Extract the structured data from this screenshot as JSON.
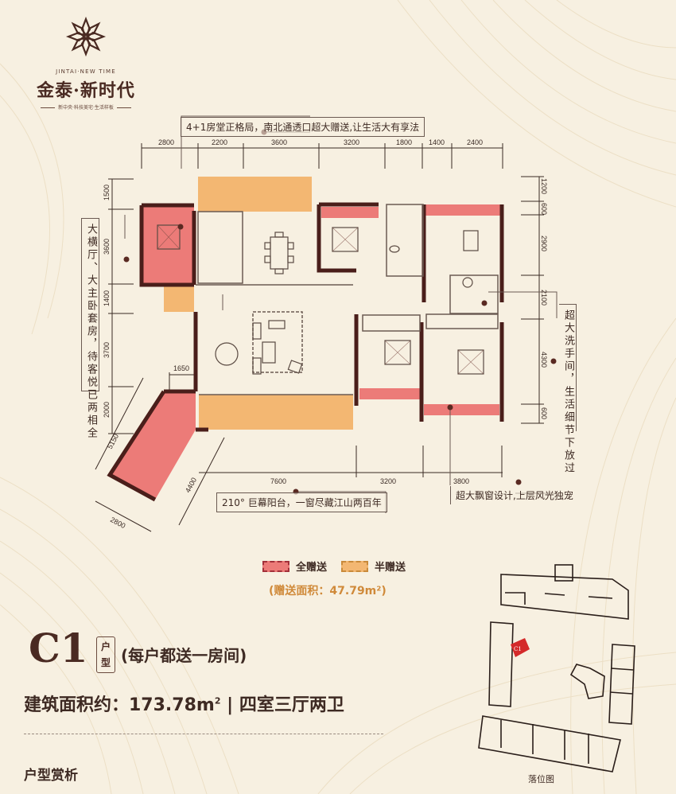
{
  "brand": {
    "english_name": "JINTAI·NEW TIME",
    "chinese_name": "金泰·新时代",
    "tagline": "新中央·科技美宅·生活样板",
    "logo_icon": "lotus-flower-icon"
  },
  "callouts": {
    "top": "4+1房堂正格局，南北通透口超大赠送,让生活大有享法",
    "left": "大横厅、大主卧套房，待客悦已两相全",
    "right": "超大洗手间，生活细节下放过",
    "balcony": "210° 巨幕阳台，一窗尽藏江山两百年",
    "bay_window": "超大飘窗设计,上层风光独宠"
  },
  "dimensions": {
    "top": [
      "2800",
      "2200",
      "3600",
      "3200",
      "1800",
      "1400",
      "2400"
    ],
    "bottom": [
      "7600",
      "3200",
      "3800"
    ],
    "left": [
      "1500",
      "3600",
      "1400",
      "3700",
      "2000"
    ],
    "right": [
      "1200",
      "600",
      "2900",
      "2100",
      "4300",
      "600"
    ],
    "balcony": [
      "1650",
      "5150",
      "4400",
      "2800"
    ]
  },
  "legend": {
    "full_gift_label": "全赠送",
    "half_gift_label": "半赠送",
    "gift_area": "(赠送面积：47.79m²)",
    "full_gift_color": "#ec7b78",
    "half_gift_color": "#f3b772"
  },
  "unit": {
    "model": "C1",
    "model_tag_line1": "户",
    "model_tag_line2": "型",
    "note": "(每户都送一房间)",
    "area_prefix": "建筑面积约：173.78m",
    "area_sup": "2",
    "area_suffix": " | 四室三厅两卫"
  },
  "section_title": "户型赏析",
  "sitemap": {
    "marker_label": "C1",
    "marker_color": "#d42a2a",
    "caption": "落位图"
  },
  "colors": {
    "wall": "#4a1e1a",
    "background": "#f7f0e1",
    "accent_brown": "#4a2a22"
  }
}
